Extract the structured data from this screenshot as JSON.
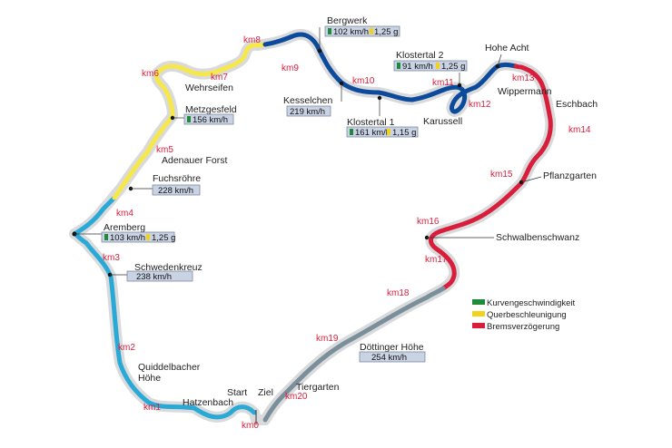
{
  "colors": {
    "track_shadow": "#d9dadc",
    "blue_light": "#29a9d6",
    "yellow": "#f6e84a",
    "blue_dark": "#0c4a9c",
    "red": "#d81e3a",
    "grey": "#7b8f9b",
    "legend_green": "#1f8a3a",
    "legend_yellow": "#f2d21b",
    "legend_red": "#d81e3a"
  },
  "km_markers": [
    "km0",
    "km1",
    "km2",
    "km3",
    "km4",
    "km5",
    "km6",
    "km7",
    "km8",
    "km9",
    "km10",
    "km11",
    "km12",
    "km13",
    "km14",
    "km15",
    "km16",
    "km17",
    "km18",
    "km19",
    "km20"
  ],
  "places": {
    "start": "Start",
    "ziel": "Ziel",
    "hatzenbach": "Hatzenbach",
    "quiddelbacher_1": "Quiddelbacher",
    "quiddelbacher_2": "Höhe",
    "schwedenkreuz": "Schwedenkreuz",
    "aremberg": "Aremberg",
    "fuchsroehre": "Fuchsröhre",
    "adenauer_forst": "Adenauer Forst",
    "metzgesfeld": "Metzgesfeld",
    "wehrseifen": "Wehrseifen",
    "bergwerk": "Bergwerk",
    "kesselchen": "Kesselchen",
    "klostertal_1": "Klostertal 1",
    "klostertal_2": "Klostertal 2",
    "karussell": "Karussell",
    "hohe_acht": "Hohe Acht",
    "wippermann": "Wippermann",
    "eschbach": "Eschbach",
    "pflanzgarten": "Pflanzgarten",
    "schwalbenschwanz": "Schwalbenschwanz",
    "doettinger_hoehe": "Döttinger Höhe",
    "tiergarten": "Tiergarten"
  },
  "boxes": {
    "schwedenkreuz_speed": "238 km/h",
    "aremberg_speed": "103 km/h",
    "aremberg_g": "1,25 g",
    "fuchsroehre_speed": "228 km/h",
    "metzgesfeld_speed": "156 km/h",
    "bergwerk_speed": "102 km/h",
    "bergwerk_g": "1,25 g",
    "kesselchen_speed": "219 km/h",
    "klostertal_1_speed": "161 km/h",
    "klostertal_1_g": "1,15 g",
    "klostertal_2_speed": "91 km/h",
    "klostertal_2_g": "1,25 g",
    "doettinger_speed": "254 km/h"
  },
  "legend": {
    "items": [
      "Kurvengeschwindigkeit",
      "Querbeschleunigung",
      "Bremsverzögerung"
    ]
  }
}
